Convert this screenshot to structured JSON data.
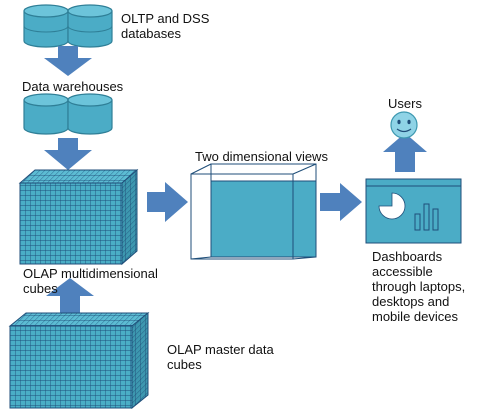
{
  "labels": {
    "databases": "OLTP and DSS\ndatabases",
    "warehouses": "Data warehouses",
    "two_dim": "Two dimensional views",
    "users": "Users",
    "olap_cubes": "OLAP multidimensional\ncubes",
    "master_cubes": "OLAP master data\ncubes",
    "dashboards": "Dashboards\naccessible\nthrough laptops,\ndesktops and\nmobile devices"
  },
  "colors": {
    "cylinder": "#4bacc6",
    "cylinder_dark": "#2f7f97",
    "arrow": "#4f81bd",
    "cube": "#4aaec6",
    "cube_grid": "#1f4e79",
    "dashboard": "#4bacc6",
    "face": "#8fd3e6"
  },
  "icons": {
    "database": "database-cylinder-icon",
    "smiley": "smiley-face-icon",
    "pie": "pie-chart-icon",
    "bar": "bar-chart-icon"
  }
}
